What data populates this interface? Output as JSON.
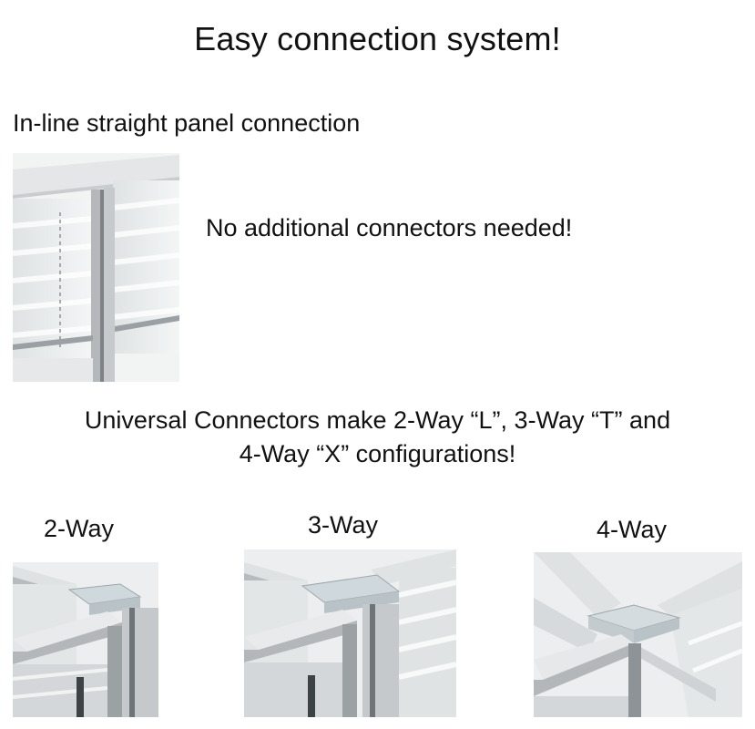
{
  "title": "Easy connection system!",
  "inline": {
    "heading": "In-line straight panel connection",
    "note": "No additional connectors needed!"
  },
  "universal": {
    "line1": "Universal Connectors make 2-Way “L”, 3-Way “T” and",
    "line2": "4-Way “X” configurations!"
  },
  "configs": {
    "two_way": "2-Way",
    "three_way": "3-Way",
    "four_way": "4-Way"
  }
}
